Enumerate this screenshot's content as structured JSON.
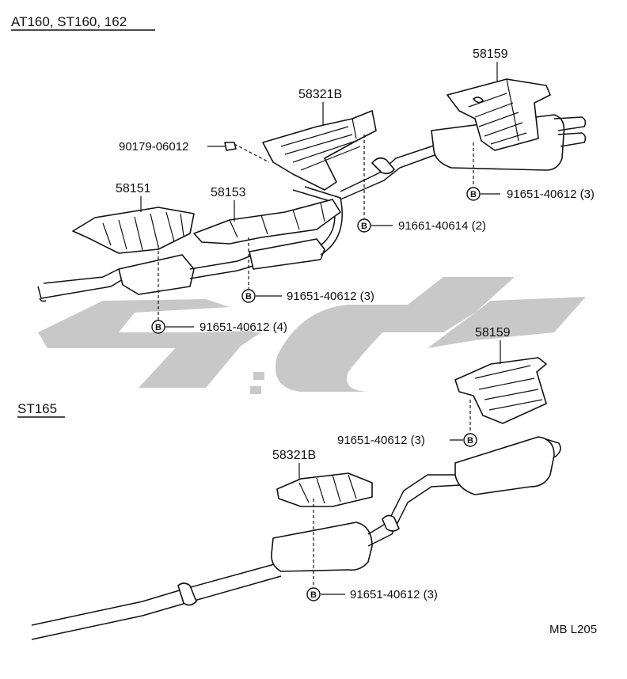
{
  "sections": {
    "top_header": "AT160, ST160, 162",
    "bottom_header": "ST165"
  },
  "watermark_text": "کیا یدک",
  "bolt_marker": "B",
  "top_assembly": {
    "part_58159": "58159",
    "part_58321b": "58321B",
    "part_58151": "58151",
    "part_58153": "58153",
    "clip_90179": "90179-06012",
    "bolt_a": "91651-40612 (3)",
    "bolt_b": "91661-40614 (2)",
    "bolt_c": "91651-40612 (3)",
    "bolt_d": "91651-40612 (4)"
  },
  "bottom_assembly": {
    "part_58159": "58159",
    "part_58321b": "58321B",
    "bolt_a": "91651-40612 (3)",
    "bolt_b": "91651-40612 (3)"
  },
  "figure_code": "MB L205"
}
